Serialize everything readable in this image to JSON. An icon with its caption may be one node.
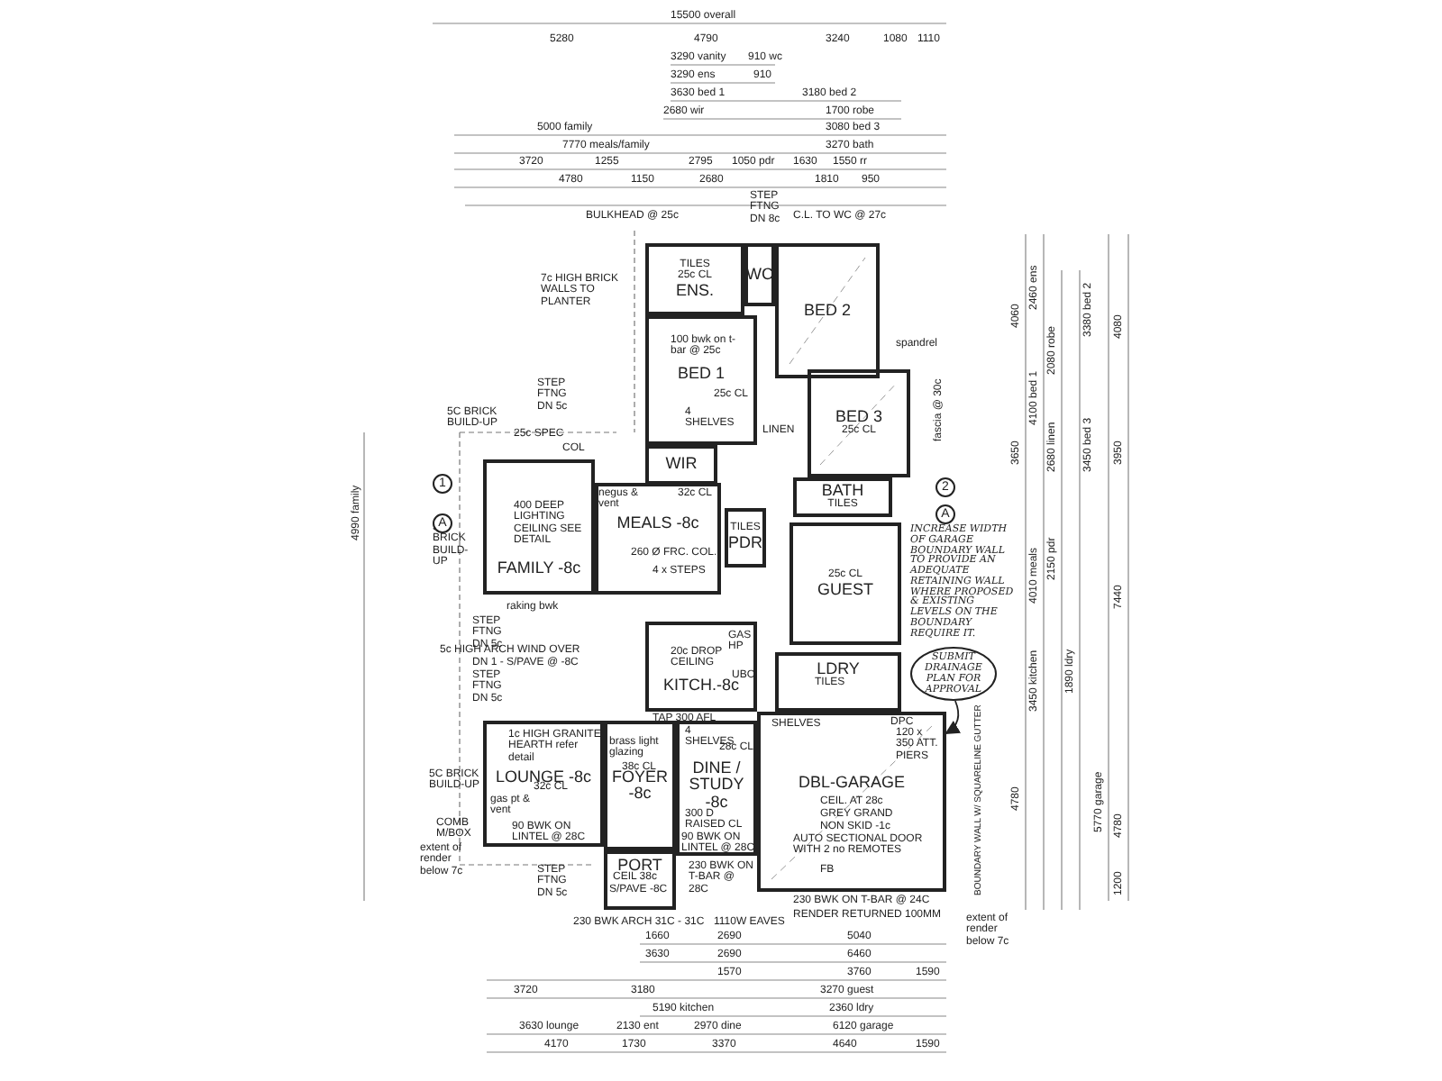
{
  "diagram": {
    "nodes": [
      {
        "text": [
          "TILES",
          "25c CL",
          "ENS."
        ]
      },
      {
        "text": [
          "WC"
        ]
      },
      {
        "text": [
          "BED 2"
        ]
      },
      {
        "text": [
          "BED 1"
        ]
      },
      {
        "text": [
          "BED 3",
          "25c CL"
        ]
      },
      {
        "text": [
          "WIR"
        ]
      },
      {
        "text": [
          "FAMILY -8c"
        ]
      },
      {
        "text": [
          "MEALS -8c"
        ]
      },
      {
        "text": [
          "TILES",
          "PDR"
        ]
      },
      {
        "text": [
          "BATH",
          "TILES"
        ]
      },
      {
        "text": [
          "25c CL",
          "GUEST"
        ]
      },
      {
        "text": [
          "KITCH.-8c"
        ]
      },
      {
        "text": [
          "LDRY"
        ]
      },
      {
        "text": [
          "LOUNGE -8c"
        ]
      },
      {
        "text": [
          "FOYER -8c"
        ]
      },
      {
        "text": [
          "DINE / STUDY -8c"
        ]
      },
      {
        "text": [
          "PORT"
        ]
      },
      {
        "text": [
          "DBL-GARAGE"
        ]
      },
      {
        "text": [
          "SUBMIT DRAINAGE PLAN FOR APPROVAL"
        ]
      }
    ],
    "edges": [
      {
        "from": 18,
        "to": 17,
        "arrow": "to"
      }
    ],
    "labels": [
      "15500 overall",
      "5280",
      "4790",
      "3240",
      "1080",
      "1110",
      "3290 vanity",
      "910 wc",
      "3290 ens",
      "910",
      "3630 bed 1",
      "3180 bed 2",
      "2680 wir",
      "1700 robe",
      "5000 family",
      "3080 bed 3",
      "7770 meals/family",
      "3270 bath",
      "3720",
      "1255",
      "2795",
      "1050 pdr",
      "1630",
      "1550 rr",
      "4780",
      "1150",
      "2680",
      "1810",
      "950",
      "BULKHEAD @ 25c",
      "STEP FTNG DN 8c",
      "C.L. TO WC @ 27c",
      "7c HIGH BRICK WALLS TO PLANTER",
      "spandrel",
      "STEP FTNG DN 5c",
      "5C BRICK BUILD-UP",
      "25c SPEC",
      "COL",
      "100 bwk on t-bar @ 25c",
      "25c CL",
      "4 SHELVES",
      "LINEN",
      "fascia @ 30c",
      "400 DEEP LIGHTING CEILING SEE DETAIL",
      "negus & vent",
      "32c CL",
      "260 Ø FRC. COL.",
      "4 x STEPS",
      "5C BRICK BUILD-UP",
      "raking bwk",
      "STEP FTNG DN 5c",
      "5c HIGH ARCH WIND OVER",
      "DN 1 - S/PAVE @ -8C",
      "STEP FTNG DN 5c",
      "20c DROP CEILING",
      "GAS HP",
      "UBO",
      "TAP 300 AFL",
      "TILES",
      "1c HIGH GRANITE HEARTH refer detail",
      "32c CL",
      "5C BRICK BUILD-UP",
      "gas pt & vent",
      "COMB M/BOX",
      "90 BWK ON LINTEL @ 28C",
      "extent of render below 7c",
      "STEP FTNG DN 5c",
      "brass light glazing",
      "38c CL",
      "4 SHELVES",
      "28c CL",
      "300 D RAISED CL",
      "90 BWK ON LINTEL @ 28C",
      "CEIL 38c",
      "S/PAVE -8C",
      "230 BWK ARCH 31C - 31C",
      "230 BWK ON T-BAR @ 28C",
      "1110W EAVES",
      "230 BWK ON T-BAR @ 24C",
      "RENDER RETURNED 100MM",
      "SHELVES",
      "CEIL. AT 28c",
      "GREY GRAND",
      "NON SKID -1c",
      "AUTO SECTIONAL DOOR WITH 2 no REMOTES",
      "120 x 350 ATT. PIERS",
      "BOUNDARY WALL W/ SQUARELINE GUTTER",
      "extent of render below 7c",
      "INCREASE WIDTH OF GARAGE BOUNDARY WALL TO PROVIDE AN ADEQUATE RETAINING WALL WHERE PROPOSED & EXISTING LEVELS ON THE BOUNDARY REQUIRE IT.",
      "1660",
      "2690",
      "5040",
      "3630",
      "2690",
      "6460",
      "1570",
      "3760",
      "1590",
      "3720",
      "3180",
      "3270 guest",
      "5190 kitchen",
      "2360 ldry",
      "3630 lounge",
      "2130 ent",
      "2970 dine",
      "6120 garage",
      "4170",
      "1730",
      "3370",
      "4640",
      "1590",
      "2460 ens",
      "4060",
      "3380 bed 2",
      "4080",
      "2080 robe",
      "4100 bed 1",
      "2680 linen",
      "3450 bed 3",
      "3650",
      "3950",
      "2150 pdr",
      "4010 meals",
      "7440",
      "3450 kitchen",
      "1890 ldry",
      "4780",
      "5770 garage",
      "4780",
      "1200",
      "4990 family",
      "1",
      "A",
      "2",
      "A",
      "FB",
      "DPC"
    ]
  }
}
